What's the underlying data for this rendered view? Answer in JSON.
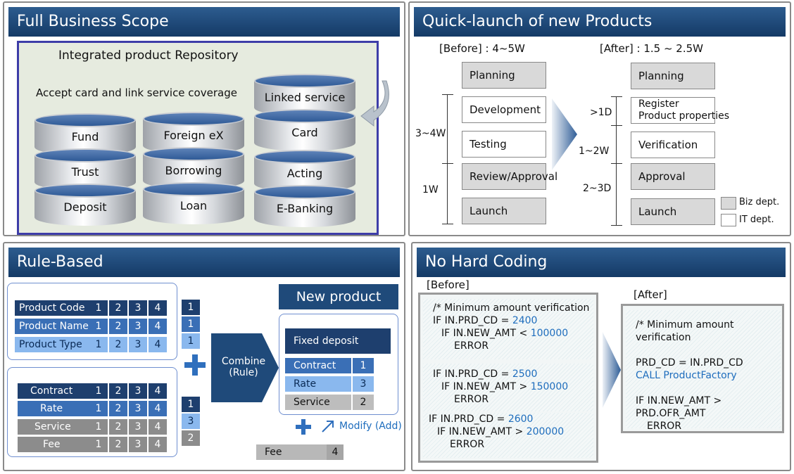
{
  "panel1": {
    "title": "Full Business Scope",
    "repo_title": "Integrated product Repository",
    "coverage_text": "Accept card and link service coverage",
    "cylinders_left": [
      "Fund",
      "Trust",
      "Deposit"
    ],
    "cylinders_mid": [
      "Foreign eX",
      "Borrowing",
      "Loan"
    ],
    "cylinders_right": [
      "Linked service",
      "Card",
      "Acting",
      "E-Banking"
    ]
  },
  "panel2": {
    "title": "Quick-launch of new Products",
    "before_label": "[Before] : 4~5W",
    "after_label": "[After] : 1.5 ~ 2.5W",
    "before_steps": [
      "Planning",
      "Development",
      "Testing",
      "Review/Approval",
      "Launch"
    ],
    "after_steps": [
      "Planning",
      "Register\nProduct properties",
      "Verification",
      "Approval",
      "Launch"
    ],
    "before_durations": [
      "3~4W",
      "1W"
    ],
    "after_durations": [
      ">1D",
      "1~2W",
      "2~3D"
    ],
    "legend": [
      "Biz dept.",
      "IT dept."
    ],
    "colors": {
      "biz": "#d9d9d9",
      "it": "#ffffff",
      "header": "#1f4a7a"
    }
  },
  "panel3": {
    "title": "Rule-Based",
    "group1_rows": [
      "Product Code",
      "Product Name",
      "Product Type"
    ],
    "group2_rows": [
      "Contract",
      "Rate",
      "Service",
      "Fee"
    ],
    "cols": [
      "1",
      "2",
      "3",
      "4"
    ],
    "stack1": [
      "1",
      "1",
      "1"
    ],
    "stack2": [
      "1",
      "3",
      "2"
    ],
    "combine_label": "Combine\n(Rule)",
    "new_product_label": "New product",
    "np_title": "Fixed deposit",
    "np_rows": [
      {
        "name": "Contract",
        "val": "1"
      },
      {
        "name": "Rate",
        "val": "3"
      },
      {
        "name": "Service",
        "val": "2"
      }
    ],
    "modify_label": "Modify (Add)",
    "fee_label": "Fee",
    "fee_val": "4"
  },
  "panel4": {
    "title": "No Hard Coding",
    "before_label": "[Before]",
    "after_label": "[After]",
    "before_blocks": [
      {
        "l1": "/* Minimum amount verification",
        "l2a": "IF IN.PRD_CD = ",
        "l2b": "2400",
        "l3a": "IF IN.NEW_AMT < ",
        "l3b": "100000",
        "l4": "ERROR"
      },
      {
        "l2a": "IF IN.PRD_CD = ",
        "l2b": "2500",
        "l3a": "IF IN.NEW_AMT > ",
        "l3b": "150000",
        "l4": "ERROR"
      },
      {
        "l2a": "IF IN.PRD_CD = ",
        "l2b": "2600",
        "l3a": "IF IN.NEW_AMT > ",
        "l3b": "200000",
        "l4": "ERROR"
      }
    ],
    "after_lines": [
      "/* Minimum amount",
      "verification",
      "PRD_CD = IN.PRD_CD",
      "CALL ProductFactory",
      "IF IN.NEW_AMT >",
      "PRD.OFR_AMT",
      "ERROR"
    ]
  }
}
